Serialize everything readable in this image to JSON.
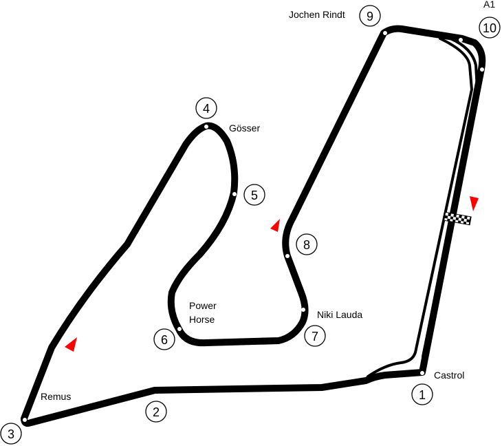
{
  "map": {
    "track_color": "#000000",
    "arrow_color": "#ff0000",
    "corners": [
      {
        "number": "1",
        "name": "Castrol"
      },
      {
        "number": "2",
        "name": ""
      },
      {
        "number": "3",
        "name": "Remus"
      },
      {
        "number": "4",
        "name": "Gösser"
      },
      {
        "number": "5",
        "name": ""
      },
      {
        "number": "6",
        "name": "Power Horse"
      },
      {
        "number": "7",
        "name": "Niki Lauda"
      },
      {
        "number": "8",
        "name": ""
      },
      {
        "number": "9",
        "name": "Jochen Rindt"
      },
      {
        "number": "10",
        "name": "A1"
      }
    ],
    "power_horse_lines": [
      "Power",
      "Horse"
    ]
  }
}
